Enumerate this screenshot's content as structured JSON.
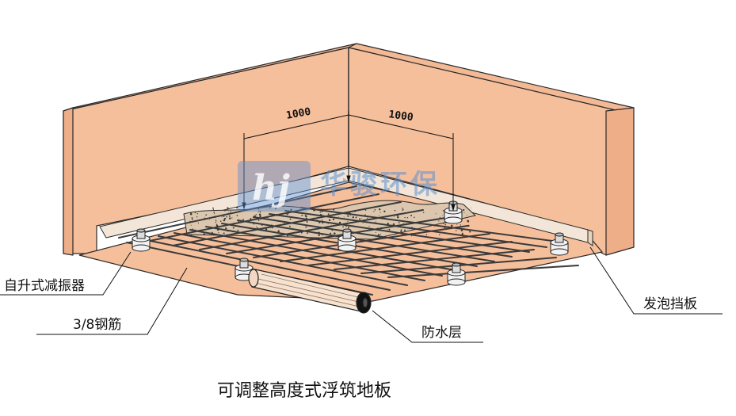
{
  "dimensions": {
    "left": "1000",
    "right": "1000"
  },
  "labels": {
    "isolator": "自升式减振器",
    "rebar": "3/8钢筋",
    "waterproof": "防水层",
    "foam_board": "发泡挡板"
  },
  "watermark": {
    "logo_text": "华骏环保"
  },
  "caption": "可调整高度式浮筑地板",
  "colors": {
    "wall": "#f6bf9b",
    "wall_edge": "#2a2a2a",
    "concrete": "#dcc7ae",
    "watermark": "#5b8fd0"
  }
}
